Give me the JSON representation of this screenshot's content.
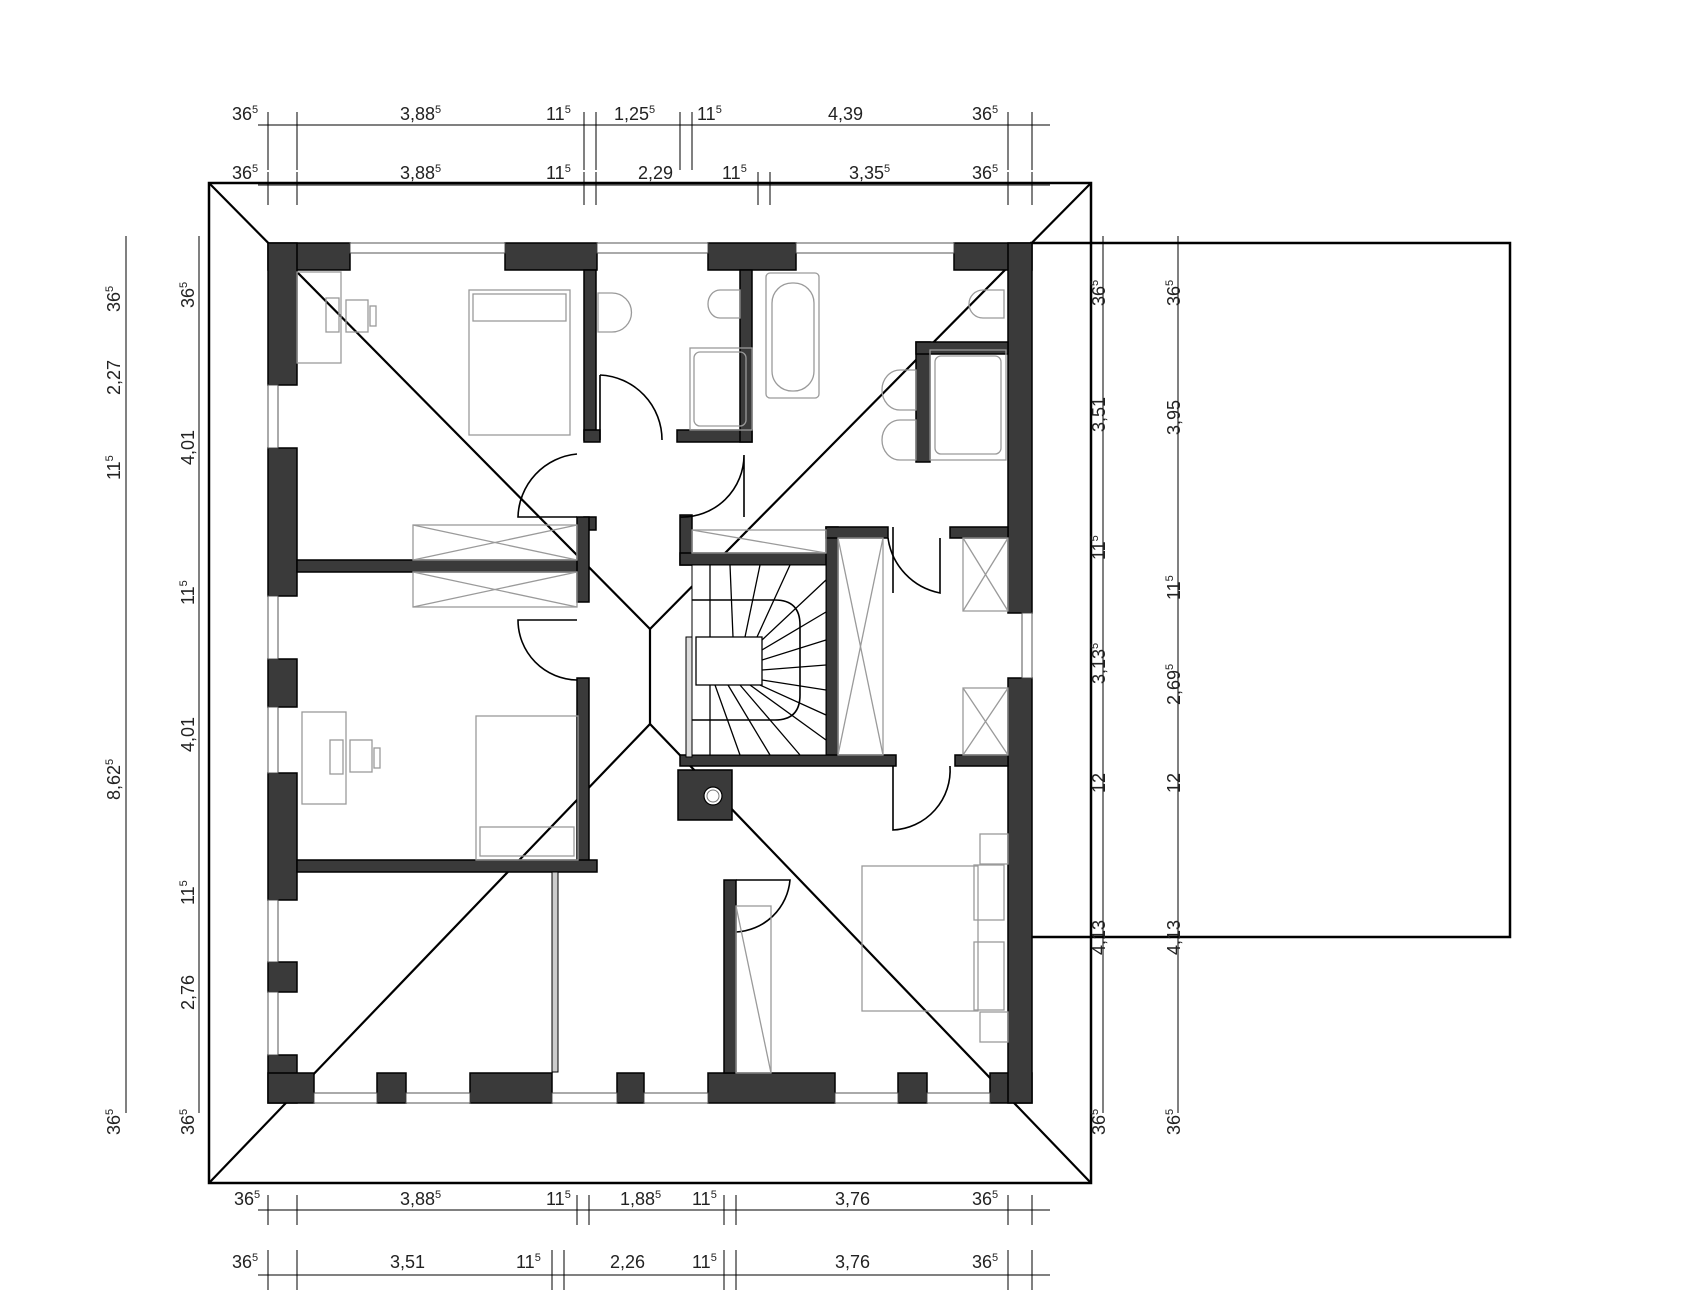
{
  "drawing": {
    "type": "floor-plan",
    "units": "m",
    "colors": {
      "wall": "#3a3a3a",
      "line": "#000000",
      "furniture": "#9a9a9a",
      "background": "#ffffff"
    }
  },
  "dimensions": {
    "top_row_1": [
      {
        "main": "36",
        "sup": "5"
      },
      {
        "main": "3,88",
        "sup": "5"
      },
      {
        "main": "11",
        "sup": "5"
      },
      {
        "main": "1,25",
        "sup": "5"
      },
      {
        "main": "11",
        "sup": "5"
      },
      {
        "main": "4,39",
        "sup": ""
      },
      {
        "main": "36",
        "sup": "5"
      }
    ],
    "top_row_2": [
      {
        "main": "36",
        "sup": "5"
      },
      {
        "main": "3,88",
        "sup": "5"
      },
      {
        "main": "11",
        "sup": "5"
      },
      {
        "main": "2,29",
        "sup": ""
      },
      {
        "main": "11",
        "sup": "5"
      },
      {
        "main": "3,35",
        "sup": "5"
      },
      {
        "main": "36",
        "sup": "5"
      }
    ],
    "bottom_row_1": [
      {
        "main": "36",
        "sup": "5"
      },
      {
        "main": "3,88",
        "sup": "5"
      },
      {
        "main": "11",
        "sup": "5"
      },
      {
        "main": "1,88",
        "sup": "5"
      },
      {
        "main": "11",
        "sup": "5"
      },
      {
        "main": "3,76",
        "sup": ""
      },
      {
        "main": "36",
        "sup": "5"
      }
    ],
    "bottom_row_2": [
      {
        "main": "36",
        "sup": "5"
      },
      {
        "main": "3,51",
        "sup": ""
      },
      {
        "main": "11",
        "sup": "5"
      },
      {
        "main": "2,26",
        "sup": ""
      },
      {
        "main": "11",
        "sup": "5"
      },
      {
        "main": "3,76",
        "sup": ""
      },
      {
        "main": "36",
        "sup": "5"
      }
    ],
    "left_outer": [
      {
        "main": "36",
        "sup": "5"
      },
      {
        "main": "2,27",
        "sup": ""
      },
      {
        "main": "11",
        "sup": "5"
      },
      {
        "main": "8,62",
        "sup": "5"
      },
      {
        "main": "36",
        "sup": "5"
      }
    ],
    "left_inner": [
      {
        "main": "36",
        "sup": "5"
      },
      {
        "main": "4,01",
        "sup": ""
      },
      {
        "main": "11",
        "sup": "5"
      },
      {
        "main": "4,01",
        "sup": ""
      },
      {
        "main": "11",
        "sup": "5"
      },
      {
        "main": "2,76",
        "sup": ""
      },
      {
        "main": "36",
        "sup": "5"
      }
    ],
    "right_inner": [
      {
        "main": "36",
        "sup": "5"
      },
      {
        "main": "3,51",
        "sup": ""
      },
      {
        "main": "11",
        "sup": "5"
      },
      {
        "main": "3,13",
        "sup": "5"
      },
      {
        "main": "12",
        "sup": ""
      },
      {
        "main": "4,13",
        "sup": ""
      },
      {
        "main": "36",
        "sup": "5"
      }
    ],
    "right_outer": [
      {
        "main": "36",
        "sup": "5"
      },
      {
        "main": "3,95",
        "sup": ""
      },
      {
        "main": "11",
        "sup": "5"
      },
      {
        "main": "2,69",
        "sup": "5"
      },
      {
        "main": "12",
        "sup": ""
      },
      {
        "main": "4,13",
        "sup": ""
      },
      {
        "main": "36",
        "sup": "5"
      }
    ]
  },
  "rooms": [
    {
      "id": "bedroom-nw",
      "label": ""
    },
    {
      "id": "bathroom-n",
      "label": ""
    },
    {
      "id": "bathroom-ne",
      "label": ""
    },
    {
      "id": "bedroom-w",
      "label": ""
    },
    {
      "id": "staircase",
      "label": ""
    },
    {
      "id": "hall",
      "label": ""
    },
    {
      "id": "dressing-e",
      "label": ""
    },
    {
      "id": "room-sw",
      "label": ""
    },
    {
      "id": "bedroom-se",
      "label": ""
    }
  ]
}
